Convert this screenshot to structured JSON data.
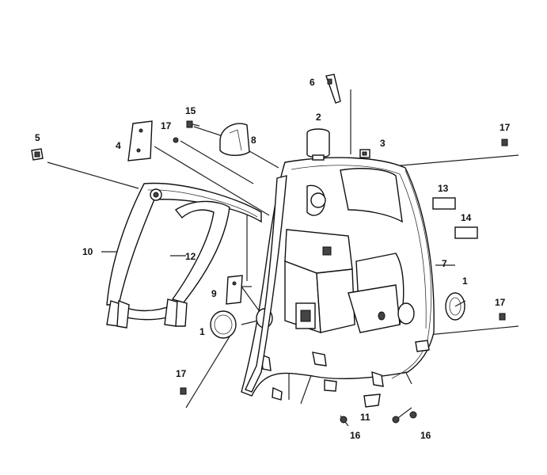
{
  "diagram": {
    "callouts": [
      {
        "id": "c1a",
        "label": "1"
      },
      {
        "id": "c1b",
        "label": "1"
      },
      {
        "id": "c2",
        "label": "2"
      },
      {
        "id": "c3",
        "label": "3"
      },
      {
        "id": "c4",
        "label": "4"
      },
      {
        "id": "c5",
        "label": "5"
      },
      {
        "id": "c6",
        "label": "6"
      },
      {
        "id": "c7",
        "label": "7"
      },
      {
        "id": "c8",
        "label": "8"
      },
      {
        "id": "c9",
        "label": "9"
      },
      {
        "id": "c10",
        "label": "10"
      },
      {
        "id": "c11",
        "label": "11"
      },
      {
        "id": "c12",
        "label": "12"
      },
      {
        "id": "c13",
        "label": "13"
      },
      {
        "id": "c14",
        "label": "14"
      },
      {
        "id": "c15",
        "label": "15"
      },
      {
        "id": "c16a",
        "label": "16"
      },
      {
        "id": "c16b",
        "label": "16"
      },
      {
        "id": "c17a",
        "label": "17"
      },
      {
        "id": "c17b",
        "label": "17"
      },
      {
        "id": "c17c",
        "label": "17"
      },
      {
        "id": "c17d",
        "label": "17"
      }
    ]
  }
}
